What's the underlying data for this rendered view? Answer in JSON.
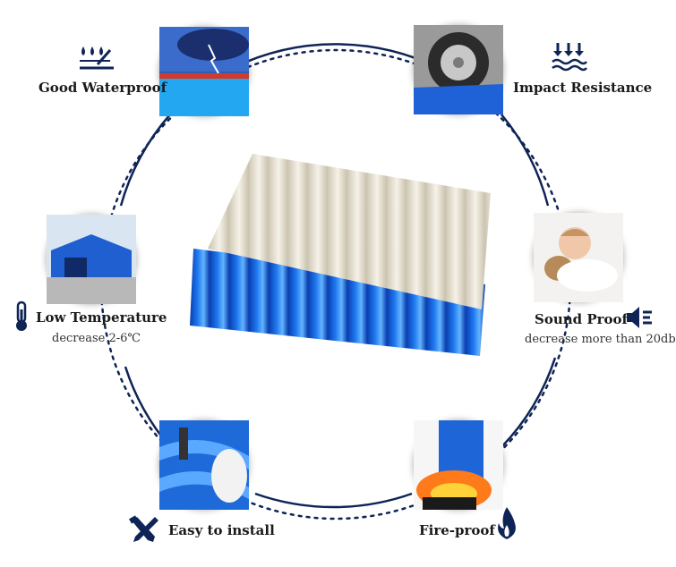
{
  "features": {
    "waterproof": {
      "label": "Good Waterproof",
      "icon": "water-drops-icon"
    },
    "impact": {
      "label": "Impact Resistance",
      "icon": "impact-arrows-icon"
    },
    "low_temp": {
      "label": "Low Temperature",
      "sub": "decrease 2-6℃",
      "icon": "thermometer-icon"
    },
    "sound": {
      "label": "Sound Proof",
      "sub": "decrease more than 20db",
      "icon": "speaker-icon"
    },
    "install": {
      "label": "Easy to install",
      "icon": "tools-icon"
    },
    "fire": {
      "label": "Fire-proof",
      "icon": "flame-icon"
    }
  },
  "colors": {
    "navy": "#0f2456",
    "blue": "#1a64d8",
    "cream": "#e8e2d4"
  }
}
